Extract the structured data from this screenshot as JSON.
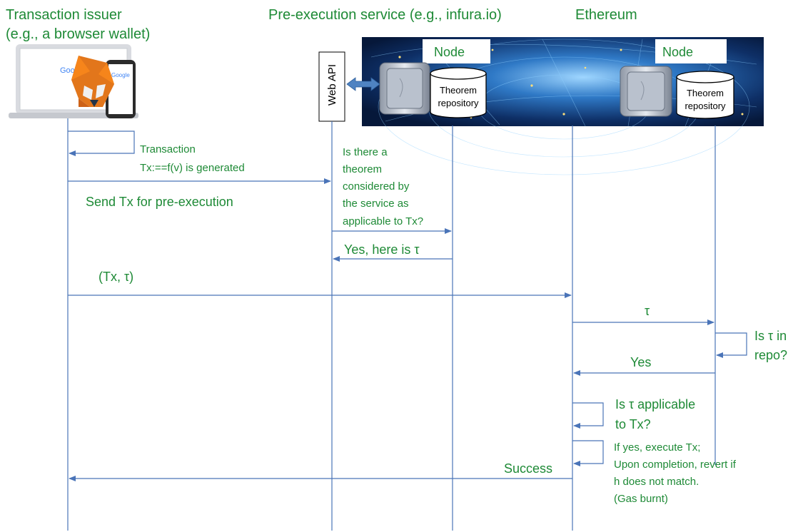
{
  "headers": {
    "issuer_line1": "Transaction issuer",
    "issuer_line2": "(e.g., a browser wallet)",
    "service": "Pre-execution service (e.g., infura.io)",
    "ethereum": "Ethereum"
  },
  "banner": {
    "node_label_1": "Node",
    "node_label_2": "Node",
    "repo_label_1_line1": "Theorem",
    "repo_label_1_line2": "repository",
    "repo_label_2_line1": "Theorem",
    "repo_label_2_line2": "repository",
    "web_api": "Web API"
  },
  "messages": {
    "tx_gen_line1": "Transaction",
    "tx_gen_line2": "Tx:==f(v) is generated",
    "send_tx": "Send Tx for pre-execution",
    "query_line1": "Is there a",
    "query_line2": "theorem",
    "query_line3": "considered by",
    "query_line4": "the service as",
    "query_line5": "applicable to Tx?",
    "yes_tau": "Yes, here is τ",
    "tx_tau": "(Tx, τ)",
    "tau": "τ",
    "is_tau_repo_line1": "Is τ in",
    "is_tau_repo_line2": "repo?",
    "yes": "Yes",
    "applicable_line1": "Is τ applicable",
    "applicable_line2": "to Tx?",
    "execute_line1": "If yes, execute Tx;",
    "execute_line2": "Upon completion, revert if",
    "execute_line3": "h does not match.",
    "execute_line4": "(Gas burnt)",
    "success": "Success"
  },
  "colors": {
    "text_green": "#1e8a36",
    "line_blue": "#4a74b8",
    "banner_dark": "#0b2a55"
  }
}
